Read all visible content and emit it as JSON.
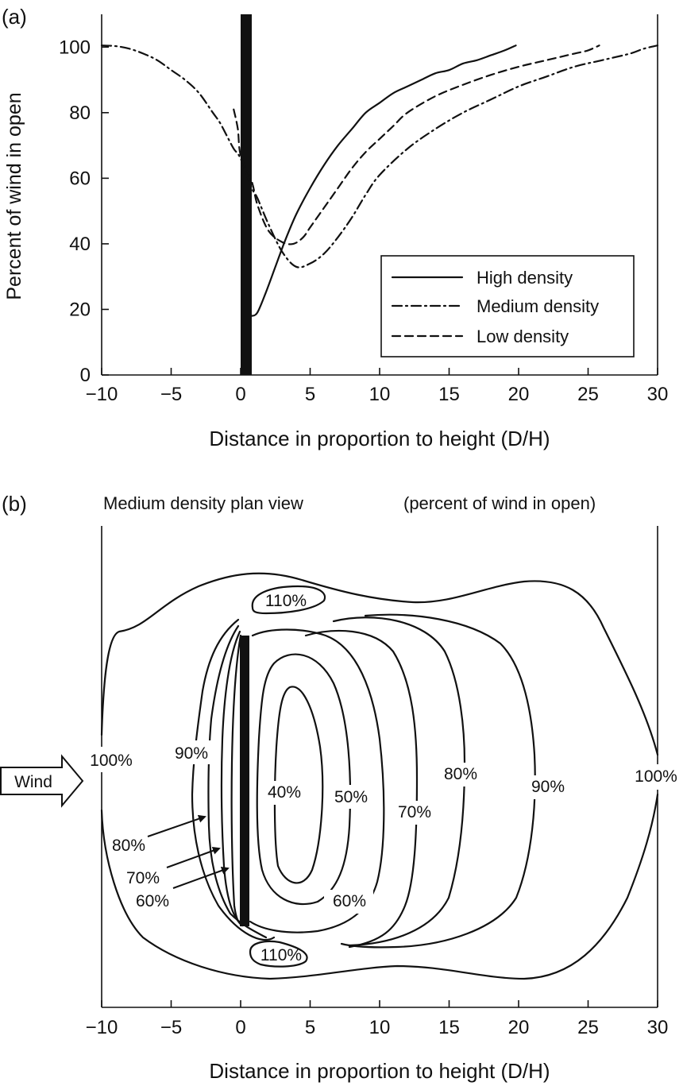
{
  "chart_data": [
    {
      "panel_label": "(a)",
      "type": "line",
      "xlabel": "Distance in proportion to height (D/H)",
      "ylabel": "Percent of wind in open",
      "xlim": [
        -10,
        30
      ],
      "ylim": [
        0,
        110
      ],
      "xticks": [
        -10,
        -5,
        0,
        5,
        10,
        15,
        20,
        25,
        30
      ],
      "yticks": [
        0,
        20,
        40,
        60,
        80,
        100
      ],
      "xtick_labels": [
        "−10",
        "−5",
        "0",
        "5",
        "10",
        "15",
        "20",
        "25",
        "30"
      ],
      "ytick_labels": [
        "0",
        "20",
        "40",
        "60",
        "80",
        "100"
      ],
      "barrier": {
        "x": [
          0,
          0.8
        ]
      },
      "legend_position": "bottom-right",
      "series": [
        {
          "name": "High density",
          "style": "solid",
          "x": [
            0.8,
            1.2,
            1.8,
            2.5,
            3.2,
            4,
            5,
            6,
            7,
            8,
            9,
            10,
            11,
            12,
            13,
            14,
            15,
            16,
            17,
            18,
            19,
            19.8
          ],
          "y": [
            18,
            19,
            25,
            33,
            41,
            49,
            57,
            64,
            70,
            75,
            80,
            83,
            86,
            88,
            90,
            92,
            93,
            95,
            96,
            97.5,
            99,
            100.5
          ]
        },
        {
          "name": "Medium density",
          "style": "dashdot",
          "x": [
            -10,
            -9,
            -8,
            -7,
            -6,
            -5,
            -4,
            -3,
            -2,
            -1.5,
            -1,
            -0.5,
            0,
            0.8,
            1.2,
            2,
            3,
            4,
            5,
            6,
            7,
            8,
            9,
            10,
            12,
            14,
            16,
            18,
            20,
            22,
            24,
            26,
            28,
            29,
            30
          ],
          "y": [
            100.5,
            100.3,
            99.5,
            98,
            96,
            93,
            90,
            86,
            80,
            77,
            73,
            69,
            66,
            57,
            54,
            46,
            37.5,
            33,
            34,
            37,
            42,
            48,
            55,
            61,
            69,
            75,
            80,
            84,
            88,
            91,
            94,
            96,
            98,
            99.5,
            100.5
          ]
        },
        {
          "name": "Low density",
          "style": "dashed",
          "x": [
            -0.5,
            -0.2,
            0,
            0.8,
            1.2,
            2,
            3,
            3.8,
            4.5,
            5,
            6,
            7,
            8,
            9,
            10,
            11,
            12,
            14,
            16,
            18,
            20,
            22,
            24,
            25,
            25.8
          ],
          "y": [
            81,
            75,
            67,
            59,
            52,
            44,
            40.5,
            40,
            42,
            45,
            51,
            57,
            63,
            68,
            72,
            76,
            80,
            85,
            88.5,
            91.5,
            94,
            96,
            98,
            99,
            100.5
          ]
        }
      ]
    },
    {
      "panel_label": "(b)",
      "type": "contour",
      "title": "Medium density plan view",
      "subtitle": "(percent of wind in open)",
      "xlabel": "Distance in proportion to height (D/H)",
      "xlim": [
        -10,
        30
      ],
      "xticks": [
        -10,
        -5,
        0,
        5,
        10,
        15,
        20,
        25,
        30
      ],
      "xtick_labels": [
        "−10",
        "−5",
        "0",
        "5",
        "10",
        "15",
        "20",
        "25",
        "30"
      ],
      "wind_label": "Wind",
      "contour_labels": [
        {
          "text": "100%",
          "x": -8.3
        },
        {
          "text": "90%",
          "x": -3.5
        },
        {
          "text": "80%",
          "x": -8
        },
        {
          "text": "70%",
          "x": -7
        },
        {
          "text": "60%",
          "x": -6.5
        },
        {
          "text": "110%",
          "x": 3.3
        },
        {
          "text": "110%",
          "x": 3
        },
        {
          "text": "40%",
          "x": 3.3
        },
        {
          "text": "50%",
          "x": 8
        },
        {
          "text": "70%",
          "x": 12.5
        },
        {
          "text": "60%",
          "x": 8
        },
        {
          "text": "80%",
          "x": 15.5
        },
        {
          "text": "90%",
          "x": 22
        },
        {
          "text": "100%",
          "x": 29.5
        }
      ]
    }
  ]
}
